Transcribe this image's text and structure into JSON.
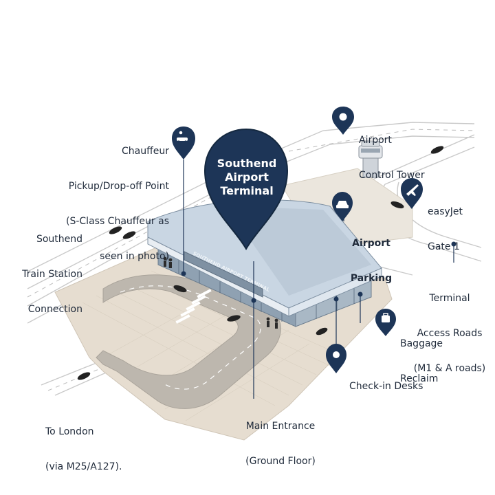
{
  "terminal": {
    "title_line1": "Southend",
    "title_line2": "Airport",
    "title_line3": "Terminal",
    "sign": "SOUTHEND AIRPORT TERMINAL"
  },
  "labels": {
    "control_tower_line1": "Airport",
    "control_tower_line2": "Control Tower",
    "chauffeur_line1": "Chauffeur",
    "chauffeur_line2": "Pickup/Drop-off Point",
    "chauffeur_line3": "(S-Class Chauffeur as",
    "chauffeur_line4": "seen in photo)",
    "easyjet_line1": "easyJet",
    "easyjet_line2": "Gate 1",
    "parking_line1": "Airport",
    "parking_line2": "Parking",
    "train_line1": "Southend",
    "train_line2": "Train Station",
    "train_line3": "Connection",
    "access_line1": "Terminal",
    "access_line2": "Access Roads",
    "access_line3": "(M1 & A roads)",
    "baggage_line1": "Baggage",
    "baggage_line2": "Reclaim",
    "checkin": "Check-in Desks",
    "london_line1": "To London",
    "london_line2": "(via M25/A127).",
    "entrance_line1": "Main Entrance",
    "entrance_line2": "(Ground Floor)"
  },
  "colors": {
    "pin": "#1d3557",
    "pin_dark": "#14283f",
    "roof": "#c9d6e3",
    "plaza": "#e6ddd0",
    "road": "#bdb7ae",
    "parking": "#ebe6dd"
  },
  "icons": [
    "car-icon",
    "airplane-icon",
    "luggage-icon",
    "location-pin-icon",
    "control-tower-icon"
  ]
}
